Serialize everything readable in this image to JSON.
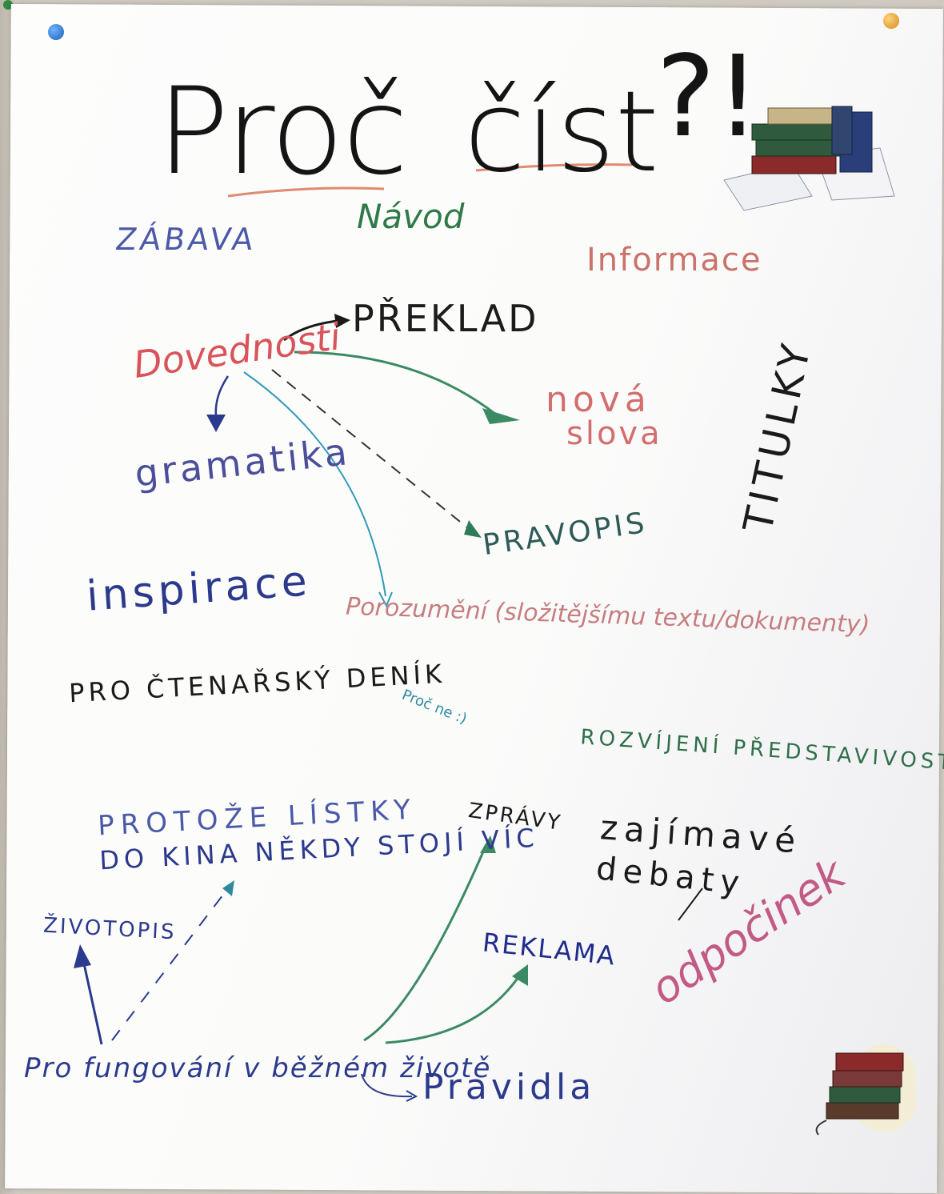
{
  "title": {
    "part1": "Proč",
    "part2": "číst",
    "part3": "?!"
  },
  "words": {
    "zabava": "ZÁBAVA",
    "navod": "Návod",
    "informace": "Informace",
    "preklad": "PŘEKLAD",
    "dovednosti": "Dovednosti",
    "nova": "nová",
    "slova": "slova",
    "titulky": "TITULKY",
    "gramatika": "gramatika",
    "pravopis": "PRAVOPIS",
    "inspirace": "inspirace",
    "porozumeni": "Porozumění (složitějšímu textu/dokumenty)",
    "ctenar": "PRO ČTENAŘSKÝ DENÍK",
    "procne": "Proč ne :)",
    "rozvijeni": "ROZVÍJENÍ PŘEDSTAVIVOSTI",
    "protoze1": "PROTOŽE LÍSTKY",
    "protoze2": "DO KINA NĚKDY STOJÍ VÍC",
    "zpravy": "ZPRÁVY",
    "zajimave": "zajímavé",
    "debaty": "debaty",
    "zivotopis": "ŽIVOTOPIS",
    "reklama": "REKLAMA",
    "odpocinek": "odpočinek",
    "profung": "Pro fungování v běžném životě",
    "pravidla": "Pravidla"
  },
  "colors": {
    "black": "#1a1a1a",
    "red": "#d8545a",
    "green": "#3b8a63",
    "teal": "#2f9ab8",
    "navy": "#2b3a8c",
    "underline": "#e08a70"
  },
  "icons": [
    "book-stack-icon",
    "pushpin-icon"
  ]
}
